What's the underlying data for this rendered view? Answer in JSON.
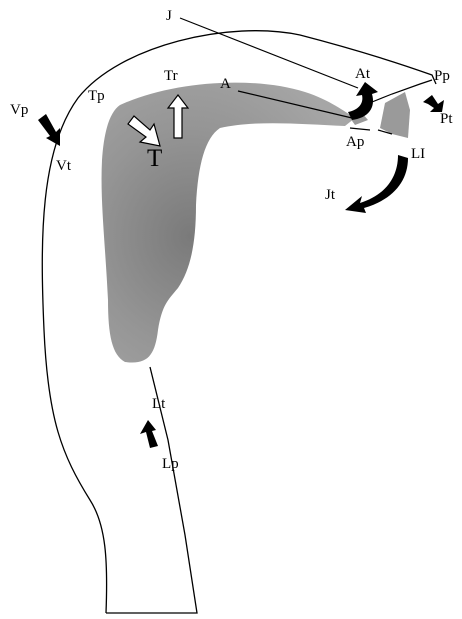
{
  "colors": {
    "outline": "#000000",
    "tongue_fill": "#9a9a9a",
    "tongue_dark": "#707070",
    "arrow_black": "#000000",
    "arrow_white": "#ffffff"
  },
  "labels": {
    "J": "J",
    "A": "A",
    "At": "At",
    "Ap": "Ap",
    "Pp": "Pp",
    "Pt": "Pt",
    "LI": "LI",
    "Jt": "Jt",
    "Tr": "Tr",
    "Tp": "Tp",
    "T": "T",
    "Vp": "Vp",
    "Vt": "Vt",
    "Lt": "Lt",
    "Lp": "Lp"
  },
  "icons": {
    "vp_arrow": "arrow-down-right-icon",
    "lp_arrow": "arrow-up-icon",
    "pt_arrow": "arrow-right-icon",
    "at_arrow": "curved-arrow-icon",
    "jt_arrow": "curved-arrow-icon",
    "tr_arrow": "arrow-up-icon",
    "t_arrow": "arrow-down-right-icon"
  }
}
